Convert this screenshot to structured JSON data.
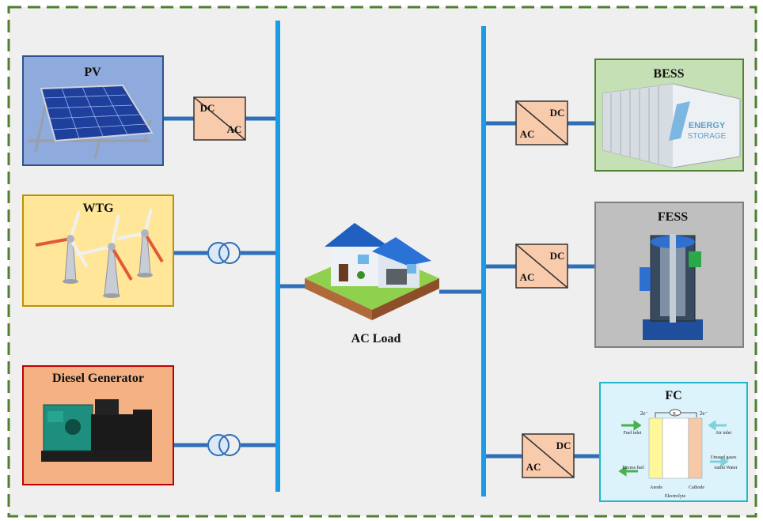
{
  "sources": {
    "pv": "PV",
    "wtg": "WTG",
    "diesel": "Diesel Generator"
  },
  "storage": {
    "bess": "BESS",
    "bess_container_text_1": "ENERGY",
    "bess_container_text_2": "STORAGE",
    "fess": "FESS",
    "fc": "FC"
  },
  "load": {
    "label": "AC Load"
  },
  "converters": {
    "dc": "DC",
    "ac": "AC"
  },
  "fuel_cell": {
    "fuel_inlet": "Fuel inlet",
    "excess_fuel": "Excess fuel",
    "air_inlet": "Air inlet",
    "unused_gases_1": "Unused gases",
    "unused_gases_2": "outlet  Water",
    "anode": "Anode",
    "cathode": "Cathode",
    "electrolyte": "Electrolyte",
    "e_left": "2e⁻",
    "e_right": "2e⁻",
    "load_sym": "R₂"
  },
  "colors": {
    "bus": "#1a9be6",
    "line": "#2e6fb8",
    "border": "#4f7f2f",
    "converter": "#f8cbad",
    "pv_bg": "#8faadc",
    "wtg_bg": "#ffe699",
    "diesel_bg": "#f4b183",
    "bess_bg": "#c5e0b4",
    "fess_bg": "#bfbfbf",
    "fc_bg": "#ddf3fb"
  }
}
